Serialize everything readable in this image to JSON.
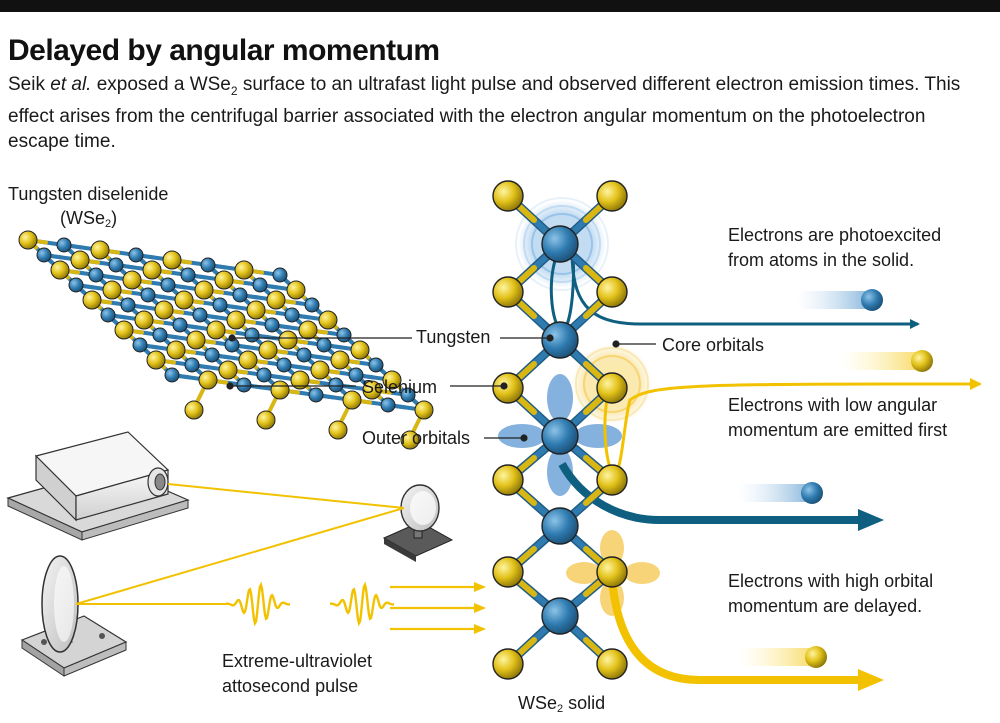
{
  "header": {
    "title": "Delayed by angular momentum",
    "subtitle_part1": "Seik ",
    "subtitle_italic": "et al.",
    "subtitle_part2a": " exposed a WSe",
    "subtitle_sub": "2",
    "subtitle_part2b": " surface to an ultrafast light pulse  and observed different electron emission times. This effect arises from the centrifugal barrier associated with the electron angular momentum on the photoelectron escape time."
  },
  "labels": {
    "tungsten_diselenide": "Tungsten diselenide",
    "wse2_open": "(WSe",
    "wse2_sub": "2",
    "wse2_close": ")",
    "tungsten": "Tungsten",
    "selenium": "Selenium",
    "outer_orbitals": "Outer orbitals",
    "core_orbitals": "Core orbitals",
    "pulse_line1": "Extreme-ultraviolet",
    "pulse_line2": "attosecond pulse",
    "solid_main": "WSe",
    "solid_sub": "2",
    "solid_suffix": " solid",
    "photoexcited_line1": "Electrons are photoexcited",
    "photoexcited_line2": "from atoms in the solid.",
    "low_line1": "Electrons with low angular",
    "low_line2": "momentum are emitted first",
    "high_line1": "Electrons with high orbital",
    "high_line2": "momentum are delayed."
  },
  "colors": {
    "tungsten": "#2f7bb0",
    "selenium": "#e2c21a",
    "teal_path": "#0f5f80",
    "gold_path": "#f2c200",
    "blue_orbital": "#6fa4d8",
    "gold_orbital": "#f5c64b"
  },
  "icons": {
    "laser": "laser-source-icon",
    "mirror_small": "small-mirror-icon",
    "mirror_large": "large-mirror-icon"
  }
}
